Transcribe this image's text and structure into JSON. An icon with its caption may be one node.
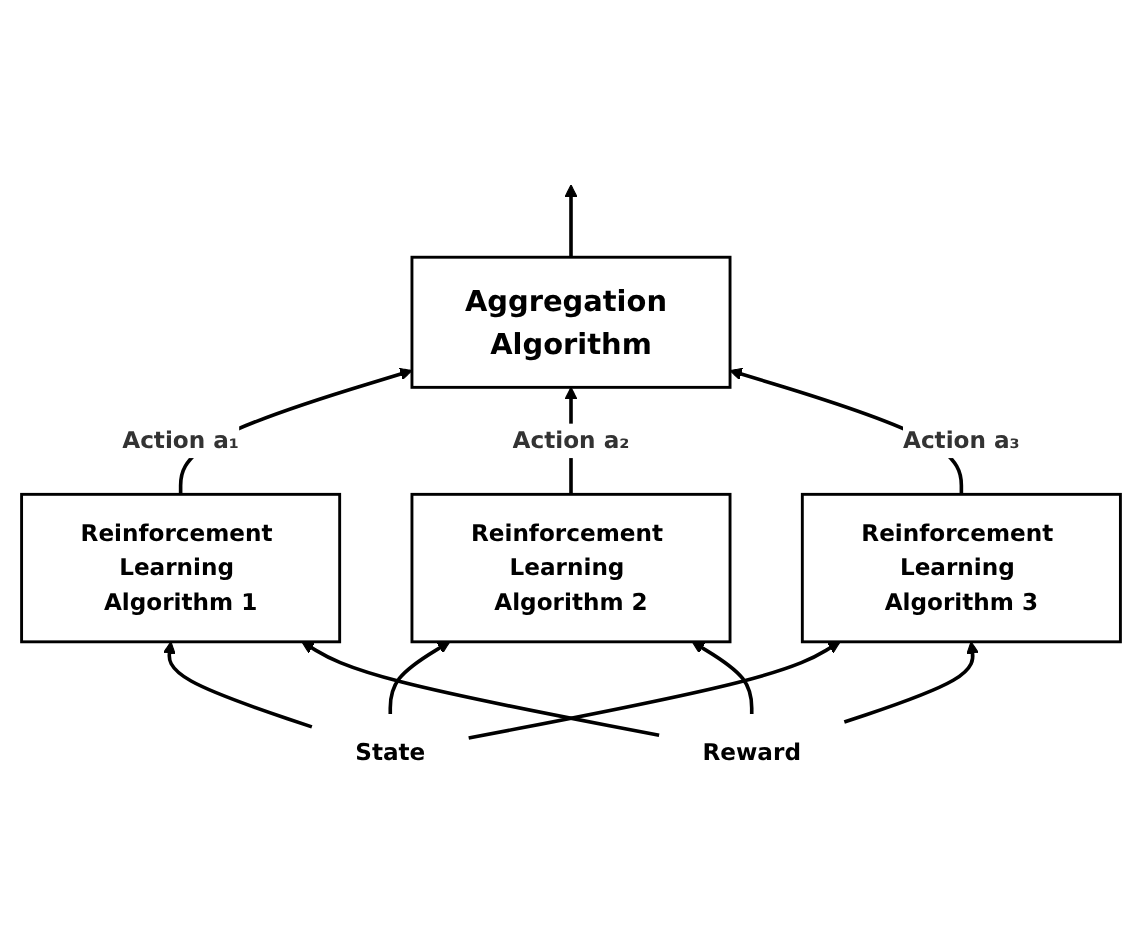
{
  "diagram": {
    "nodes": [
      {
        "text": [
          "Aggregation Algorithm"
        ]
      },
      {
        "text": [
          "Reinforcement Learning Algorithm 1"
        ]
      },
      {
        "text": [
          "Reinforcement Learning Algorithm 2"
        ]
      },
      {
        "text": [
          "Reinforcement Learning Algorithm 3"
        ]
      },
      {
        "text": [
          "State"
        ]
      },
      {
        "text": [
          "Reward"
        ]
      }
    ],
    "edges": [
      {
        "from": 0,
        "to": null,
        "arrow": "to"
      },
      {
        "from": 1,
        "to": 0,
        "arrow": "to",
        "label": "Action a₁"
      },
      {
        "from": 2,
        "to": 0,
        "arrow": "to",
        "label": "Action a₂"
      },
      {
        "from": 3,
        "to": 0,
        "arrow": "to",
        "label": "Action a₃"
      },
      {
        "from": 4,
        "to": 1,
        "arrow": "to"
      },
      {
        "from": 5,
        "to": 1,
        "arrow": "to"
      },
      {
        "from": 4,
        "to": 2,
        "arrow": "to"
      },
      {
        "from": 5,
        "to": 2,
        "arrow": "to"
      },
      {
        "from": 4,
        "to": 3,
        "arrow": "to"
      },
      {
        "from": 5,
        "to": 3,
        "arrow": "to"
      }
    ]
  }
}
